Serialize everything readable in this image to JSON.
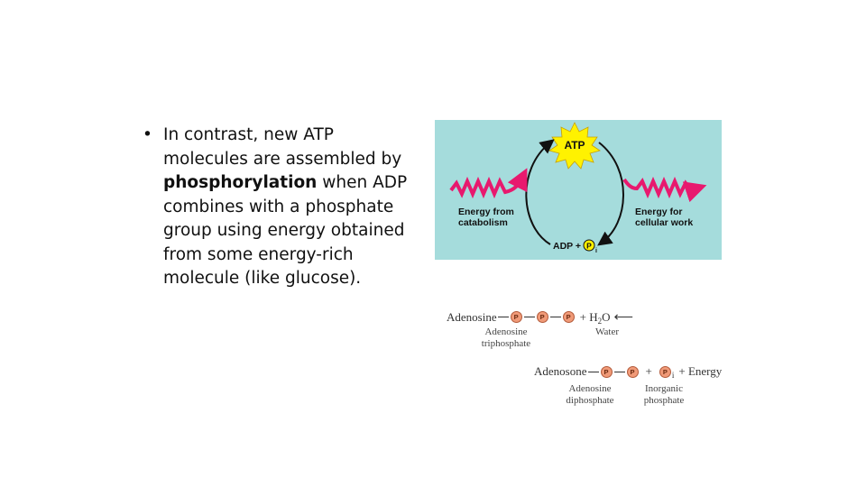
{
  "bullet": {
    "marker": "•",
    "text_before": "In contrast, new ATP molecules are assembled by ",
    "bold_term": "phosphorylation",
    "text_after": " when ADP combines with a phosphate group using energy obtained from some energy-rich molecule (like glucose)."
  },
  "cycle": {
    "atp_label": "ATP",
    "adp_label": "ADP + ",
    "pi_symbol": "P",
    "pi_subscript": "i",
    "energy_in_line1": "Energy from",
    "energy_in_line2": "catabolism",
    "energy_out_line1": "Energy for",
    "energy_out_line2": "cellular work",
    "colors": {
      "panel": "#a5dcdc",
      "zigzag": "#e8196e",
      "starburst": "#fff200",
      "arrow": "#111111"
    }
  },
  "equation1": {
    "adenosine": "Adenosine",
    "phosphate_symbol": "P",
    "plus_water": "+ H",
    "water_sub": "2",
    "water_end": "O",
    "arrow": "⟵",
    "caption_adenosine_triphosphate_line1": "Adenosine",
    "caption_adenosine_triphosphate_line2": "triphosphate",
    "caption_water": "Water"
  },
  "equation2": {
    "adenosone": "Adenosone",
    "phosphate_symbol": "P",
    "plus1": "+",
    "pi_sub": "i",
    "plus_energy": "+ Energy",
    "caption_adp_line1": "Adenosine",
    "caption_adp_line2": "diphosphate",
    "caption_pi_line1": "Inorganic",
    "caption_pi_line2": "phosphate"
  }
}
